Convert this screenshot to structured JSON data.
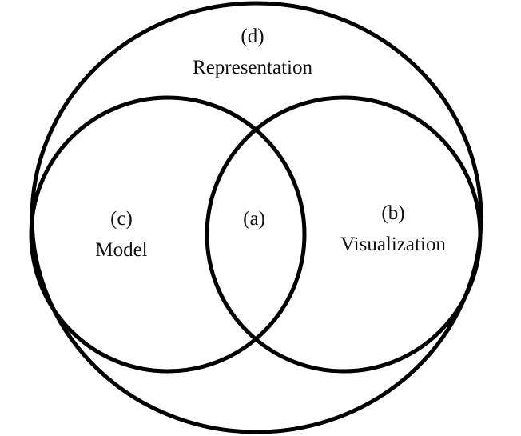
{
  "diagram": {
    "type": "venn",
    "regions": {
      "outer": {
        "tag": "(d)",
        "name": "Representation"
      },
      "left": {
        "tag": "(c)",
        "name": "Model"
      },
      "right": {
        "tag": "(b)",
        "name": "Visualization"
      },
      "intersection": {
        "tag": "(a)"
      }
    },
    "colors": {
      "stroke": "#000000",
      "text": "#111111",
      "background": "#ffffff"
    }
  }
}
